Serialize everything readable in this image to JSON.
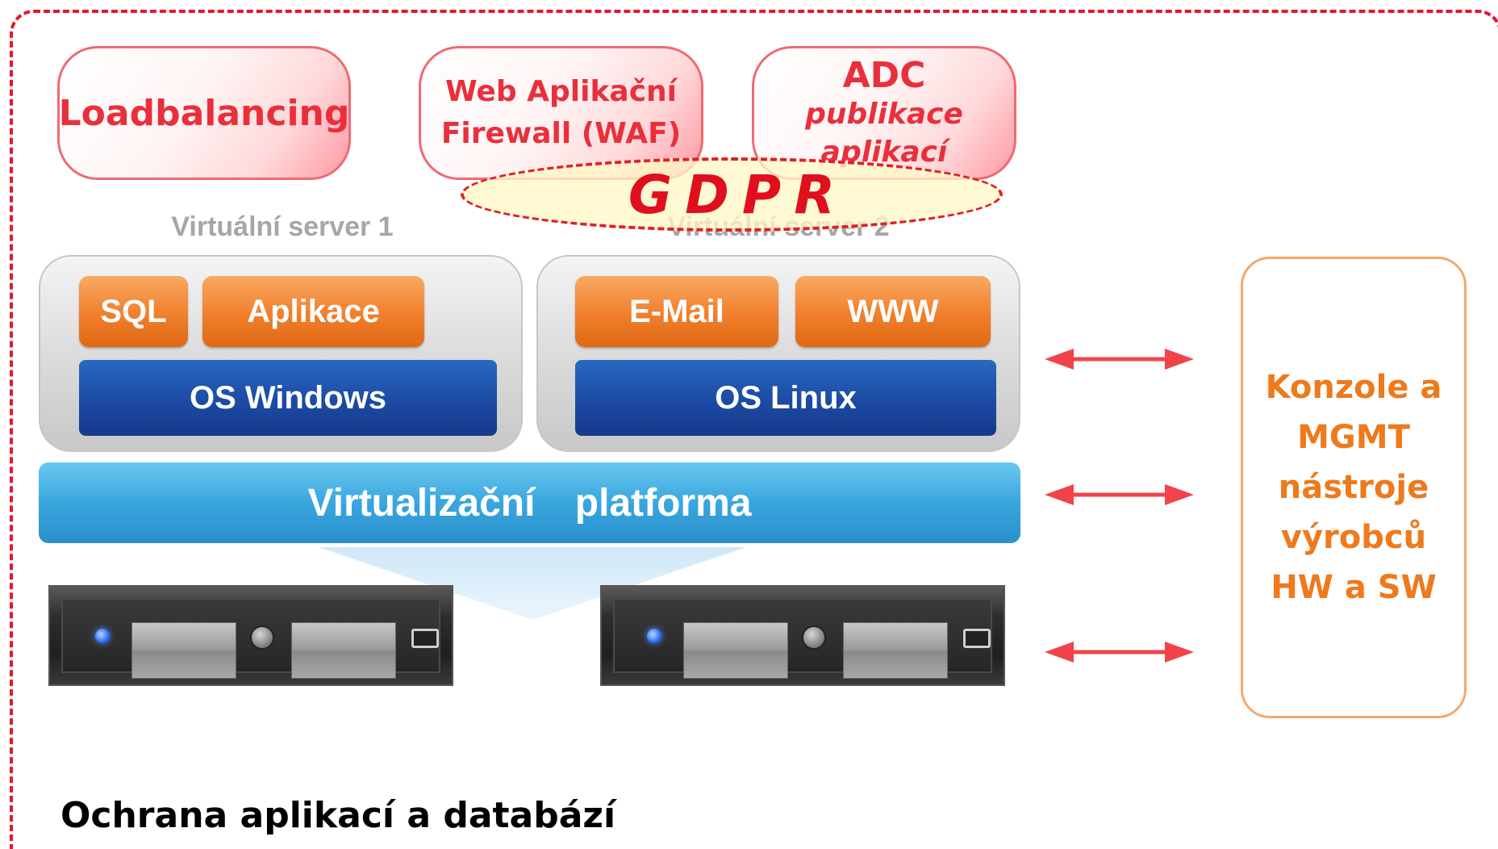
{
  "features": {
    "loadbalancing": "Loadbalancing",
    "waf_line1": "Web Aplikační",
    "waf_line2": "Firewall (WAF)",
    "adc_line1": "ADC",
    "adc_line2": "publikace",
    "adc_line3": "aplikací"
  },
  "gdpr": "GDPR",
  "servers": {
    "vs1_label": "Virtuální server 1",
    "vs2_label": "Virtuální server 2",
    "vs1_apps": [
      "SQL",
      "Aplikace"
    ],
    "vs2_apps": [
      "E-Mail",
      "WWW"
    ],
    "vs1_os": "OS Windows",
    "vs2_os": "OS Linux"
  },
  "platform": "Virtualizační platforma",
  "management": {
    "lines": [
      "Konzole a",
      "MGMT",
      "nástroje",
      "výrobců",
      "HW a SW"
    ]
  },
  "caption": "Ochrana aplikací a databází",
  "colors": {
    "frame": "#e8162a",
    "feature_text": "#e8303c",
    "app_orange": "#f07f2b",
    "os_blue": "#1c4aa4",
    "platform_blue": "#3aa6de",
    "mgmt_orange": "#ee7a1c",
    "arrow": "#f0444a"
  }
}
